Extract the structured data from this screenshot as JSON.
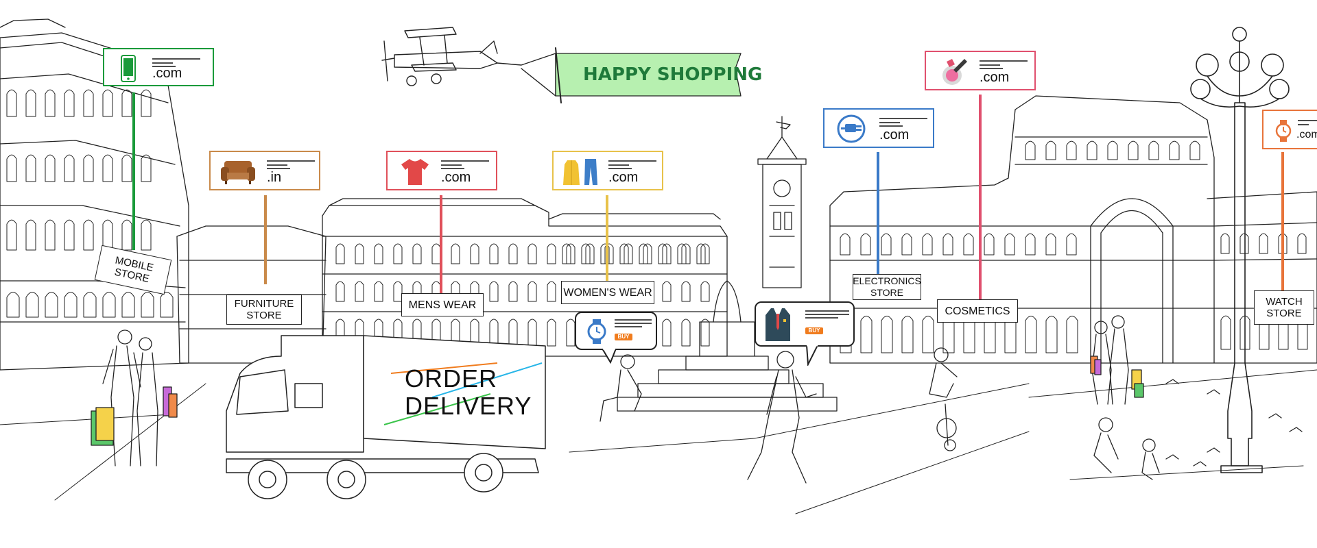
{
  "banner": {
    "text": "HAPPY SHOPPING",
    "color": "#b7f0b0"
  },
  "truck": {
    "line1": "ORDER",
    "line2": "DELIVERY"
  },
  "stores": [
    {
      "key": "mobile",
      "sign": "MOBILE STORE",
      "domain": ".com",
      "color": "#1a9a3a",
      "icon": "smartphone-icon"
    },
    {
      "key": "furniture",
      "sign_line1": "FURNITURE",
      "sign_line2": "STORE",
      "domain": ".in",
      "color": "#c98a4a",
      "icon": "sofa-icon"
    },
    {
      "key": "menswear",
      "sign": "MENS WEAR",
      "domain": ".com",
      "color": "#e0505a",
      "icon": "tshirt-icon"
    },
    {
      "key": "womenswear",
      "sign": "WOMEN'S WEAR",
      "domain": ".com",
      "color": "#e8c24a",
      "icon": "coat-and-jeans-icon"
    },
    {
      "key": "electronics",
      "sign_line1": "ELECTRONICS",
      "sign_line2": "STORE",
      "domain": ".com",
      "color": "#3a7ac8",
      "icon": "power-plug-icon"
    },
    {
      "key": "cosmetics",
      "sign": "COSMETICS",
      "domain": ".com",
      "color": "#e0506e",
      "icon": "makeup-compact-icon"
    },
    {
      "key": "watch",
      "sign_line1": "WATCH",
      "sign_line2": "STORE",
      "domain": ".com",
      "color": "#e8743a",
      "icon": "watch-icon"
    }
  ],
  "bubbles": [
    {
      "key": "watch-bubble",
      "icon": "watch-icon",
      "buy": "BUY"
    },
    {
      "key": "suit-bubble",
      "icon": "suit-icon",
      "buy": "BUY"
    }
  ]
}
